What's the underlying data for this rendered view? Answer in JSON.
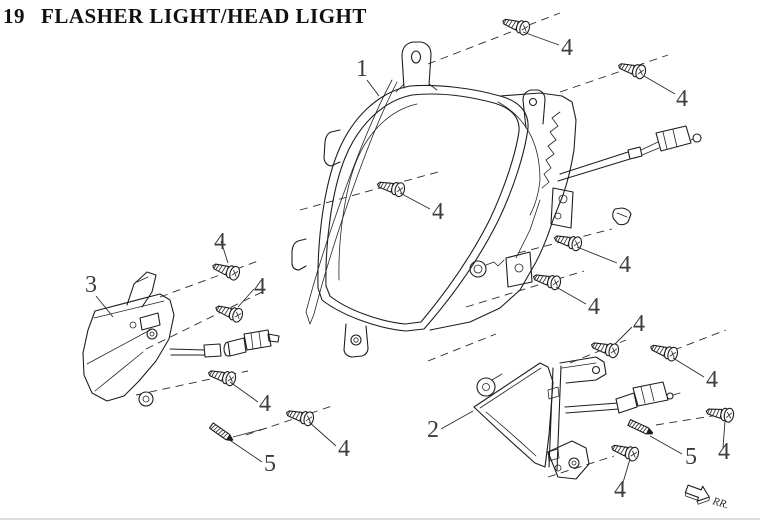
{
  "page": {
    "section_number": "19",
    "section_title": "FLASHER LIGHT/HEAD LIGHT"
  },
  "callouts": {
    "headlight_assembly": "1",
    "front_flasher_right": "2",
    "front_flasher_left": "3",
    "tapping_screw": "4",
    "locating_pin": "5"
  },
  "direction_indicator": {
    "label": "RR."
  },
  "colors": {
    "line": "#1f1f1f",
    "callout_text": "#3d3d3d",
    "background": "#ffffff"
  }
}
